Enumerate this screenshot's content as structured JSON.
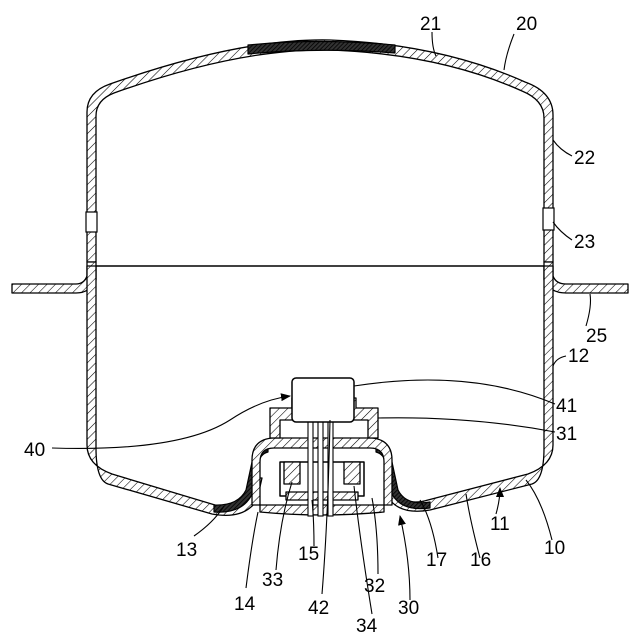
{
  "labels": {
    "n10": "10",
    "n11": "11",
    "n12": "12",
    "n13": "13",
    "n14": "14",
    "n15": "15",
    "n16": "16",
    "n17": "17",
    "n20": "20",
    "n21": "21",
    "n22": "22",
    "n23": "23",
    "n25": "25",
    "n30": "30",
    "n31": "31",
    "n32": "32",
    "n33": "33",
    "n34": "34",
    "n40": "40",
    "n41": "41",
    "n42": "42"
  }
}
